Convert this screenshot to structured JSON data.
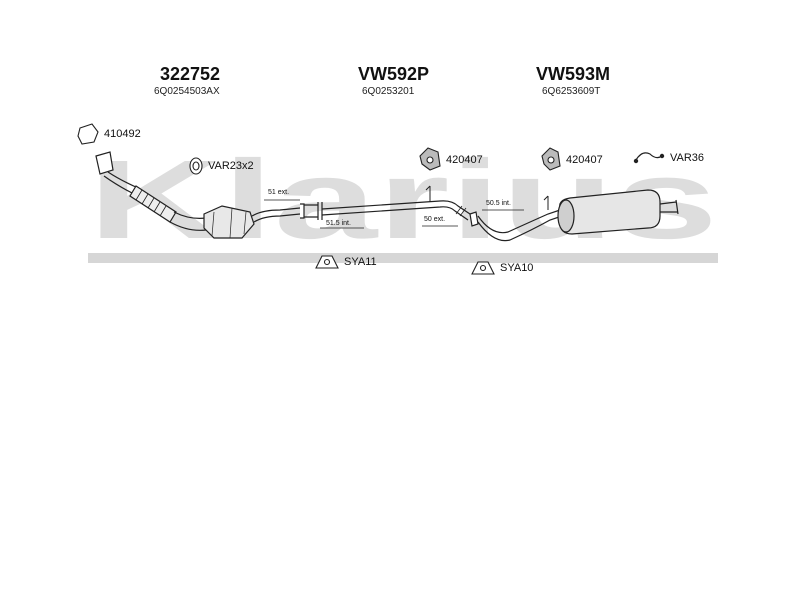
{
  "watermark": {
    "text": "Klarius",
    "color": "#dddddd"
  },
  "headers": [
    {
      "code": "322752",
      "sub": "6Q0254503AX"
    },
    {
      "code": "VW592P",
      "sub": "6Q0253201"
    },
    {
      "code": "VW593M",
      "sub": "6Q6253609T"
    }
  ],
  "parts": {
    "clamp_410492": "410492",
    "gasket_var23": "VAR23x2",
    "hanger_420407_a": "420407",
    "hanger_420407_b": "420407",
    "strap_var36": "VAR36",
    "bracket_sya11": "SYA11",
    "bracket_sya10": "SYA10"
  },
  "dimensions": {
    "d51_ext": "51 ext.",
    "d51_5_int": "51.5 int.",
    "d50_ext": "50 ext.",
    "d50_5_int": "50.5 int."
  },
  "colors": {
    "line": "#222222",
    "watermark": "#dddddd",
    "band": "#d6d6d6"
  }
}
